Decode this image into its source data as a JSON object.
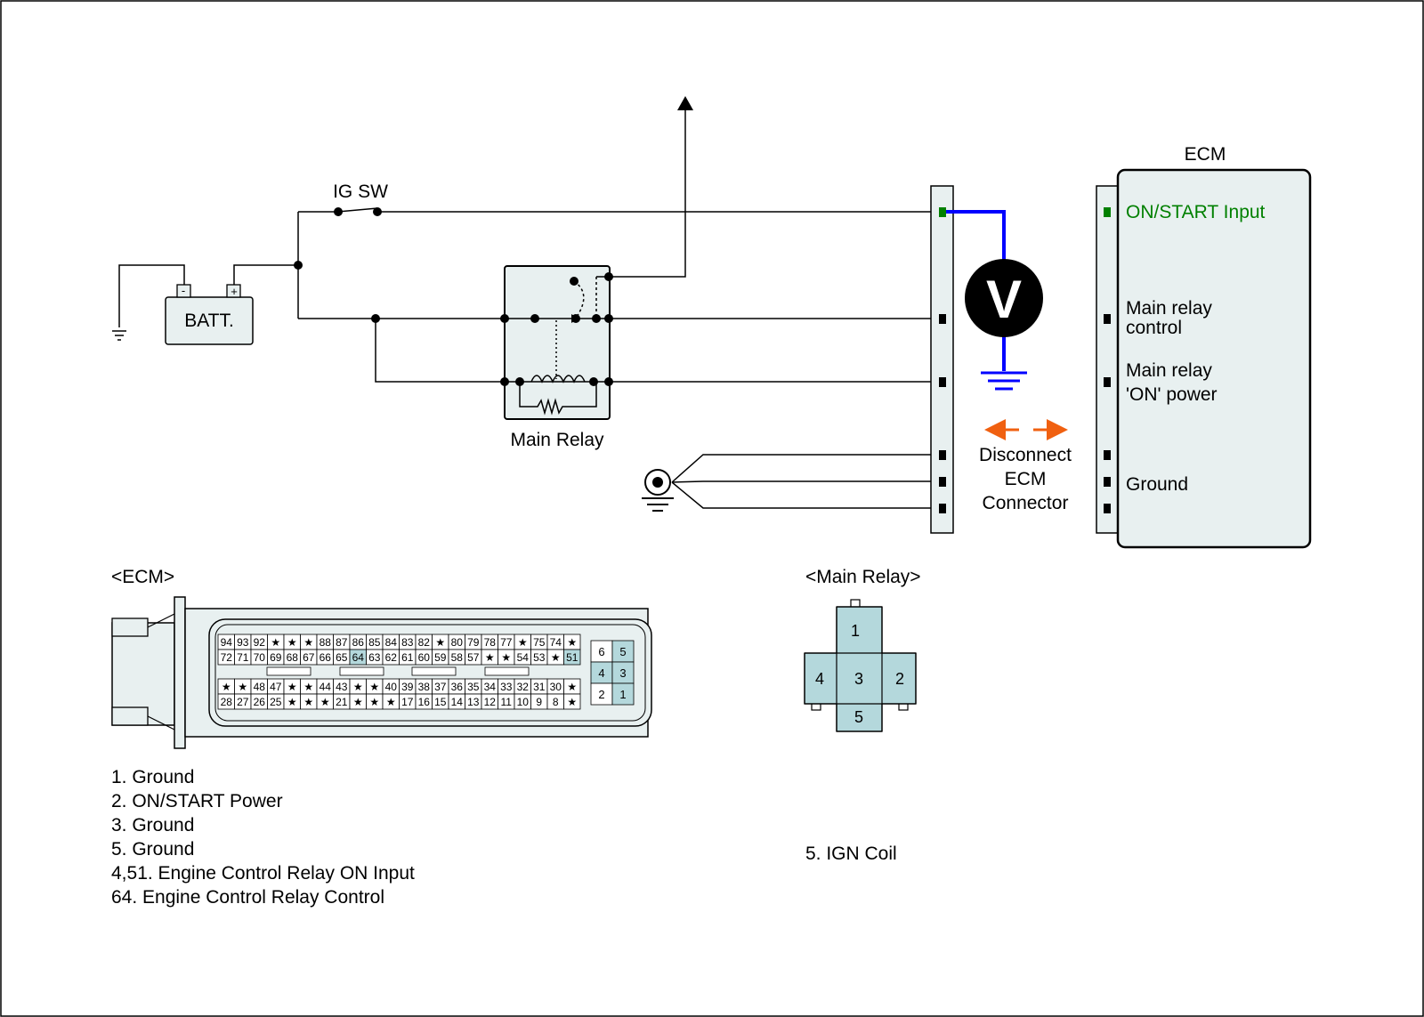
{
  "schematic": {
    "ig_sw": "IG SW",
    "batt": "BATT.",
    "batt_neg": "-",
    "batt_pos": "+",
    "main_relay": "Main Relay",
    "voltmeter": "V",
    "ecm_title": "ECM",
    "pins": {
      "on_start_input": "ON/START Input",
      "main_relay_control": [
        "Main relay",
        "control"
      ],
      "main_relay_on_power": [
        "Main relay",
        "'ON' power"
      ],
      "ground": "Ground"
    },
    "disconnect": [
      "Disconnect",
      "ECM",
      "Connector"
    ]
  },
  "ecm_connector": {
    "title": "<ECM>",
    "rows_top": [
      [
        "94",
        "93",
        "92",
        "★",
        "★",
        "★",
        "88",
        "87",
        "86",
        "85",
        "84",
        "83",
        "82",
        "★",
        "80",
        "79",
        "78",
        "77",
        "★",
        "75",
        "74",
        "★"
      ],
      [
        "72",
        "71",
        "70",
        "69",
        "68",
        "67",
        "66",
        "65",
        "64",
        "63",
        "62",
        "61",
        "60",
        "59",
        "58",
        "57",
        "★",
        "★",
        "54",
        "53",
        "★",
        "51"
      ]
    ],
    "rows_bottom": [
      [
        "★",
        "★",
        "48",
        "47",
        "★",
        "★",
        "44",
        "43",
        "★",
        "★",
        "40",
        "39",
        "38",
        "37",
        "36",
        "35",
        "34",
        "33",
        "32",
        "31",
        "30",
        "★"
      ],
      [
        "28",
        "27",
        "26",
        "25",
        "★",
        "★",
        "★",
        "21",
        "★",
        "★",
        "★",
        "17",
        "16",
        "15",
        "14",
        "13",
        "12",
        "11",
        "10",
        "9",
        "8",
        "★"
      ]
    ],
    "highlighted": [
      "64",
      "51"
    ],
    "small_block": [
      [
        "6",
        "5"
      ],
      [
        "4",
        "3"
      ],
      [
        "2",
        "1"
      ]
    ],
    "small_highlighted": [
      "5",
      "4",
      "3",
      "1"
    ],
    "legend": [
      "1. Ground",
      "2. ON/START Power",
      "3. Ground",
      "5. Ground",
      "4,51. Engine Control Relay ON Input",
      "64. Engine Control Relay Control"
    ]
  },
  "relay_connector": {
    "title": "<Main Relay>",
    "pins": [
      "1",
      "2",
      "3",
      "4",
      "5"
    ],
    "legend": [
      "5. IGN Coil"
    ]
  },
  "colors": {
    "line": "#000000",
    "fill": "#e8f0f0",
    "highlight": "#b4d8dc",
    "probe": "#0000ff",
    "on_start": "#008000",
    "arrow": "#f06010"
  }
}
